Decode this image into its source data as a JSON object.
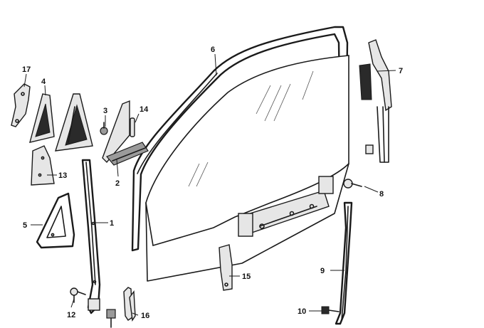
{
  "callouts": [
    {
      "id": "c1",
      "label": "1"
    },
    {
      "id": "c2",
      "label": "2"
    },
    {
      "id": "c3",
      "label": "3"
    },
    {
      "id": "c4",
      "label": "4"
    },
    {
      "id": "c5",
      "label": "5"
    },
    {
      "id": "c6",
      "label": "6"
    },
    {
      "id": "c7",
      "label": "7"
    },
    {
      "id": "c8",
      "label": "8"
    },
    {
      "id": "c9",
      "label": "9"
    },
    {
      "id": "c10",
      "label": "10"
    },
    {
      "id": "c12",
      "label": "12"
    },
    {
      "id": "c13",
      "label": "13"
    },
    {
      "id": "c14",
      "label": "14"
    },
    {
      "id": "c15",
      "label": "15"
    },
    {
      "id": "c16",
      "label": "16"
    },
    {
      "id": "c17",
      "label": "17"
    }
  ]
}
